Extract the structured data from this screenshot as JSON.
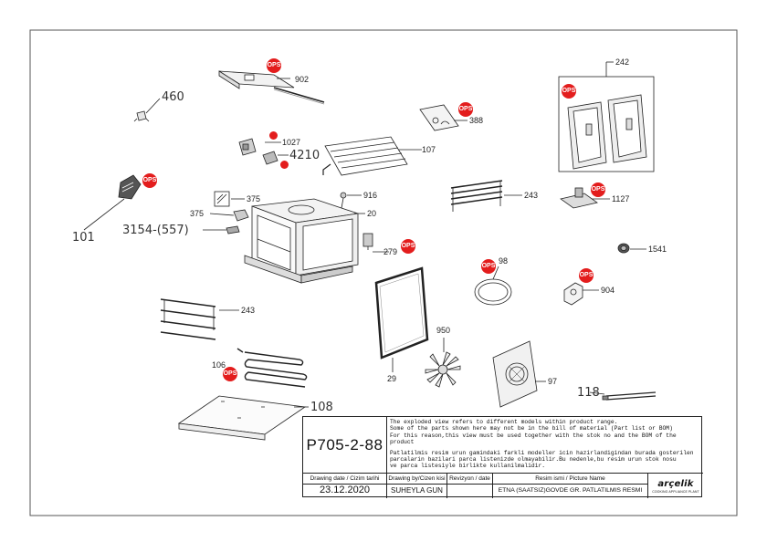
{
  "parts": [
    {
      "id": "lbl-902",
      "text": "902"
    },
    {
      "id": "lbl-460",
      "text": "460"
    },
    {
      "id": "lbl-388",
      "text": "388"
    },
    {
      "id": "lbl-242",
      "text": "242"
    },
    {
      "id": "lbl-1027",
      "text": "1027"
    },
    {
      "id": "lbl-4210",
      "text": "4210"
    },
    {
      "id": "lbl-107",
      "text": "107"
    },
    {
      "id": "lbl-101",
      "text": "101"
    },
    {
      "id": "lbl-375a",
      "text": "375"
    },
    {
      "id": "lbl-375b",
      "text": "375"
    },
    {
      "id": "lbl-916",
      "text": "916"
    },
    {
      "id": "lbl-20",
      "text": "20"
    },
    {
      "id": "lbl-3154",
      "text": "3154-(557)"
    },
    {
      "id": "lbl-279",
      "text": "279"
    },
    {
      "id": "lbl-243a",
      "text": "243"
    },
    {
      "id": "lbl-1127",
      "text": "1127"
    },
    {
      "id": "lbl-1541",
      "text": "1541"
    },
    {
      "id": "lbl-98",
      "text": "98"
    },
    {
      "id": "lbl-904",
      "text": "904"
    },
    {
      "id": "lbl-243b",
      "text": "243"
    },
    {
      "id": "lbl-950",
      "text": "950"
    },
    {
      "id": "lbl-106",
      "text": "106"
    },
    {
      "id": "lbl-29",
      "text": "29"
    },
    {
      "id": "lbl-97",
      "text": "97"
    },
    {
      "id": "lbl-118",
      "text": "118"
    },
    {
      "id": "lbl-108",
      "text": "108"
    }
  ],
  "ops_label": "OPS",
  "colors": {
    "ops_badge": "#e31d1d",
    "line": "#222222",
    "frame": "#555555"
  },
  "title_block": {
    "drawing_code": "P705-2-88",
    "note_en_1": "The exploded view refers to different models within product range.",
    "note_en_2": "Some of the parts shown here may not be in the bill of material (Part list or BOM)",
    "note_en_3": "For this reason,this view must be used together with the stok no and the BOM of the product",
    "note_tr_1": "Patlatilmis resim urun gamindaki farkli modeller icin hazirlandigindan burada gosterilen",
    "note_tr_2": "parcalarin bazilari parca listenizde olmayabilir.Bu nedenle,bu resim urun stok nosu",
    "note_tr_3": "ve parca listesiyle birlikte kullanilmalidir.",
    "h_date": "Drawing date / Cizim tarihi",
    "h_by": "Drawing by/Cizen kisi",
    "h_rev": "Revizyon / date",
    "h_pic": "Resim ismi / Picture Name",
    "v_date": "23.12.2020",
    "v_by": "SUHEYLA GUN",
    "v_rev": "",
    "v_pic": "ETNA (SAATSIZ)GOVDE GR. PATLATILMIS RESMI",
    "logo_brand": "arçelik",
    "logo_tag": "COOKING APPLIANCE PLANT"
  }
}
